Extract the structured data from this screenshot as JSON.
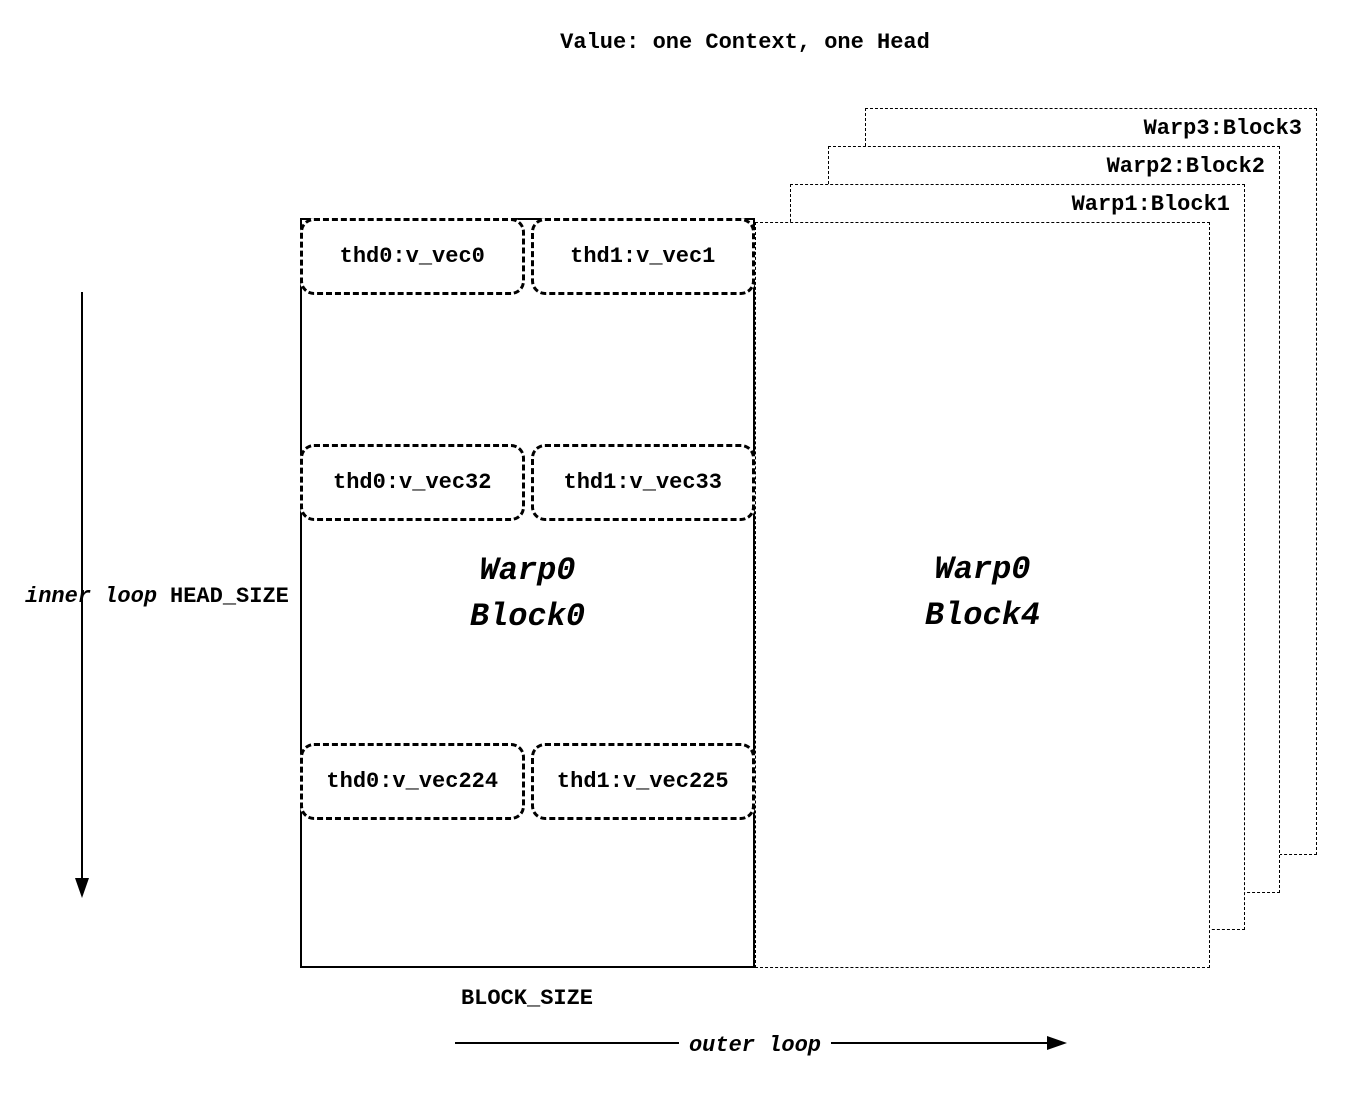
{
  "title": "Value: one Context, one Head",
  "block0": {
    "name_line1": "Warp0",
    "name_line2": "Block0",
    "vec_rows": [
      {
        "left": "thd0:v_vec0",
        "right": "thd1:v_vec1"
      },
      {
        "left": "thd0:v_vec32",
        "right": "thd1:v_vec33"
      },
      {
        "left": "thd0:v_vec224",
        "right": "thd1:v_vec225"
      }
    ]
  },
  "block4": {
    "name_line1": "Warp0",
    "name_line2": "Block4"
  },
  "background_blocks": [
    {
      "label": "Warp1:Block1"
    },
    {
      "label": "Warp2:Block2"
    },
    {
      "label": "Warp3:Block3"
    }
  ],
  "annotations": {
    "inner_loop": "inner loop",
    "head_size": "HEAD_SIZE",
    "outer_loop": "outer loop",
    "block_size": "BLOCK_SIZE"
  }
}
